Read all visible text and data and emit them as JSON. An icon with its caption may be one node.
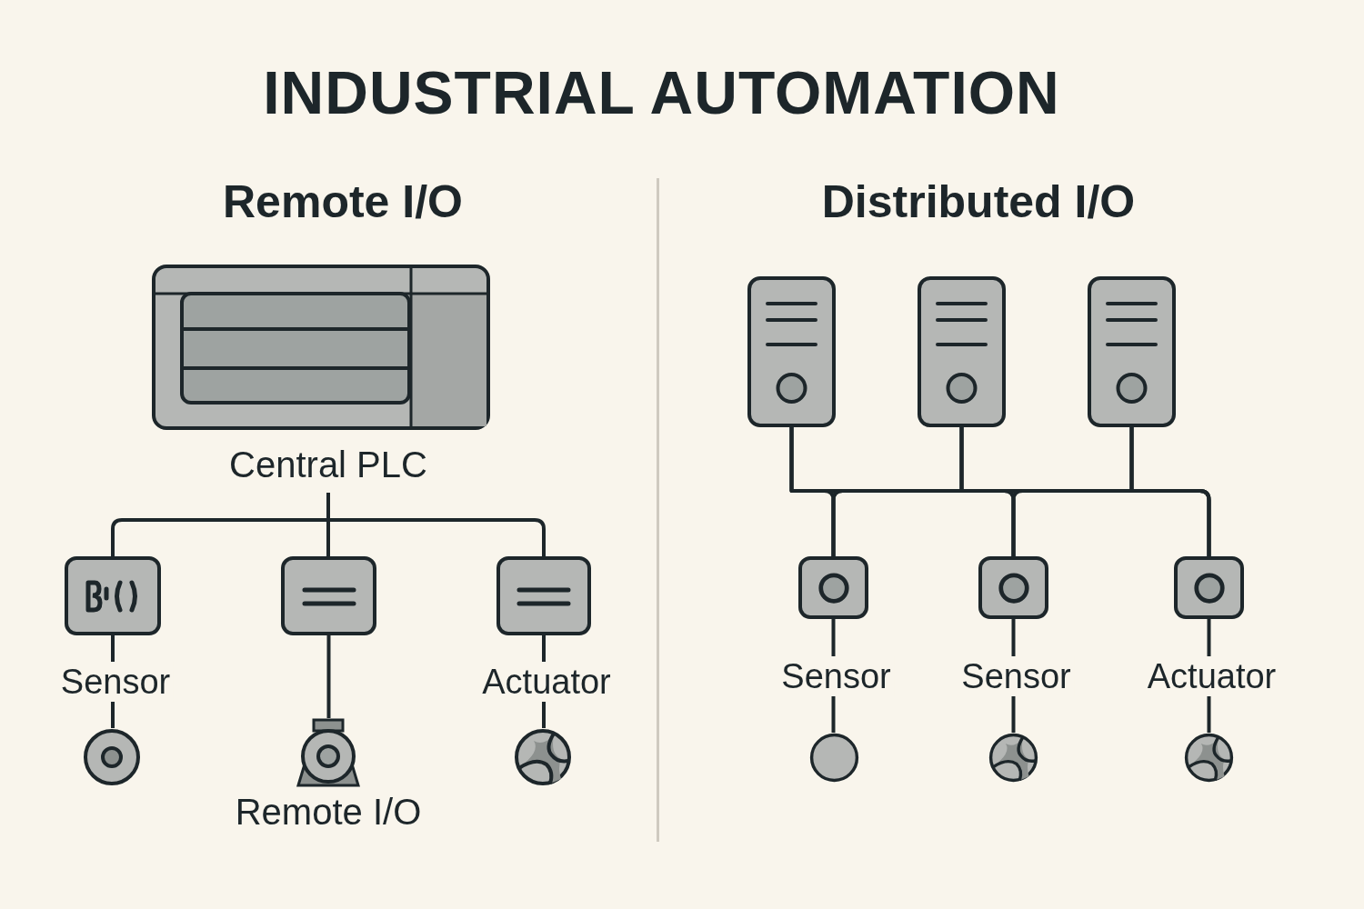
{
  "diagram": {
    "title": "INDUSTRIAL AUTOMATION",
    "nodes": [
      {
        "text": [],
        "shape": "picture",
        "beside": [
          "Central PLC"
        ]
      },
      {
        "text": [],
        "shape": "box"
      },
      {
        "text": [],
        "shape": "box"
      },
      {
        "text": [],
        "shape": "box"
      },
      {
        "text": [],
        "shape": "circle"
      },
      {
        "text": [],
        "shape": "picture",
        "beside": [
          "Remote I/O"
        ]
      },
      {
        "text": [],
        "shape": "circle"
      },
      {
        "text": [],
        "shape": "picture"
      },
      {
        "text": [],
        "shape": "picture"
      },
      {
        "text": [],
        "shape": "picture"
      },
      {
        "text": [],
        "shape": "box"
      },
      {
        "text": [],
        "shape": "box"
      },
      {
        "text": [],
        "shape": "box"
      },
      {
        "text": [],
        "shape": "circle"
      },
      {
        "text": [],
        "shape": "circle"
      },
      {
        "text": [],
        "shape": "circle"
      }
    ],
    "edges": [
      {
        "from": 0,
        "to": 1,
        "arrow": "none"
      },
      {
        "from": 0,
        "to": 2,
        "arrow": "none"
      },
      {
        "from": 0,
        "to": 3,
        "arrow": "none"
      },
      {
        "from": 1,
        "to": 4,
        "arrow": "none",
        "label": "Sensor"
      },
      {
        "from": 2,
        "to": 5,
        "arrow": "none"
      },
      {
        "from": 3,
        "to": 6,
        "arrow": "none",
        "label": "Actuator"
      },
      {
        "from": 7,
        "to": 10,
        "arrow": "none"
      },
      {
        "from": 7,
        "to": 11,
        "arrow": "none"
      },
      {
        "from": 7,
        "to": 12,
        "arrow": "none"
      },
      {
        "from": 8,
        "to": 10,
        "arrow": "none"
      },
      {
        "from": 8,
        "to": 11,
        "arrow": "none"
      },
      {
        "from": 8,
        "to": 12,
        "arrow": "none"
      },
      {
        "from": 9,
        "to": 10,
        "arrow": "none"
      },
      {
        "from": 9,
        "to": 11,
        "arrow": "none"
      },
      {
        "from": 9,
        "to": 12,
        "arrow": "none"
      },
      {
        "from": 10,
        "to": 13,
        "arrow": "none",
        "label": "Sensor"
      },
      {
        "from": 11,
        "to": 14,
        "arrow": "none",
        "label": "Sensor"
      },
      {
        "from": 12,
        "to": 15,
        "arrow": "none",
        "label": "Actuator"
      }
    ],
    "labels": [
      "Remote I/O",
      "Distributed I/O"
    ]
  }
}
